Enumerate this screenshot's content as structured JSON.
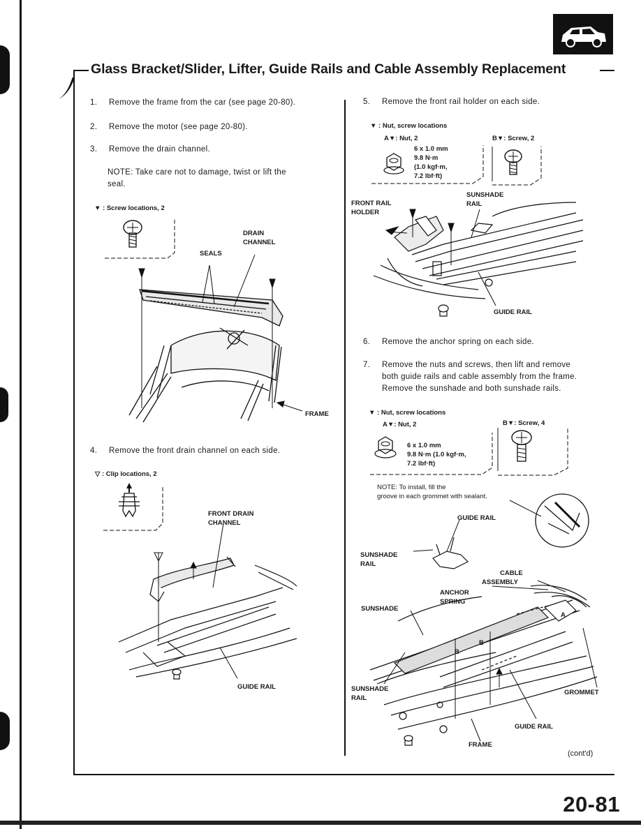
{
  "title": "Glass Bracket/Slider, Lifter, Guide Rails and Cable Assembly Replacement",
  "left_column": {
    "steps": [
      {
        "num": "1.",
        "text": "Remove the frame from the car (see page 20-80)."
      },
      {
        "num": "2.",
        "text": "Remove the motor (see page 20-80)."
      },
      {
        "num": "3.",
        "text": "Remove the drain channel."
      }
    ],
    "note_line1": "NOTE:  Take care not to damage, twist or lift the",
    "note_line2": "seal.",
    "legend1": "▼ : Screw locations, 2",
    "fig1_labels": {
      "drain_channel_1": "DRAIN",
      "drain_channel_2": "CHANNEL",
      "seals": "SEALS",
      "frame": "FRAME"
    },
    "step4": {
      "num": "4.",
      "text": "Remove the front drain channel on each side."
    },
    "legend2": "▽ : Clip locations, 2",
    "fig2_labels": {
      "front_drain_1": "FRONT DRAIN",
      "front_drain_2": "CHANNEL",
      "guide_rail": "GUIDE RAIL"
    }
  },
  "right_column": {
    "step5": {
      "num": "5.",
      "text": "Remove the front rail holder on each side."
    },
    "legend3": "▼ : Nut, screw locations",
    "legend3_a": "A▼: Nut, 2",
    "legend3_b": "B▼: Screw, 2",
    "spec1": [
      "6 x 1.0 mm",
      "9.8 N·m",
      "(1.0 kgf·m,",
      "7.2 lbf·ft)"
    ],
    "fig3_labels": {
      "front_rail_1": "FRONT RAIL",
      "front_rail_2": "HOLDER",
      "sunshade_rail_1": "SUNSHADE",
      "sunshade_rail_2": "RAIL",
      "guide_rail": "GUIDE RAIL"
    },
    "step6": {
      "num": "6.",
      "text": "Remove the anchor spring on each side."
    },
    "step7": {
      "num": "7.",
      "lines": [
        "Remove the nuts and screws, then lift and remove",
        "both guide rails and cable assembly from the frame.",
        "Remove the sunshade and both sunshade rails."
      ]
    },
    "legend4": "▼ : Nut, screw locations",
    "legend4_a": "A▼: Nut, 2",
    "legend4_b": "B▼: Screw, 4",
    "spec2": [
      "6 x 1.0 mm",
      "9.8 N·m (1.0 kgf·m,",
      "7.2 lbf·ft)"
    ],
    "note2_line1": "NOTE:  To install, fill the",
    "note2_line2": "groove in each grommet with sealant.",
    "fig4_labels": {
      "guide_rail_top": "GUIDE RAIL",
      "sunshade_rail_1": "SUNSHADE",
      "sunshade_rail_2": "RAIL",
      "cable_1": "CABLE",
      "cable_2": "ASSEMBLY",
      "anchor_1": "ANCHOR",
      "anchor_2": "SPRING",
      "sunshade": "SUNSHADE",
      "sunshade_rail_b1": "SUNSHADE",
      "sunshade_rail_b2": "RAIL",
      "grommet": "GROMMET",
      "guide_rail_bottom": "GUIDE RAIL",
      "frame": "FRAME",
      "a": "A",
      "b1": "B",
      "b2": "B"
    },
    "contd": "(cont'd)"
  },
  "page_number": "20-81",
  "icon": "car-body-icon"
}
